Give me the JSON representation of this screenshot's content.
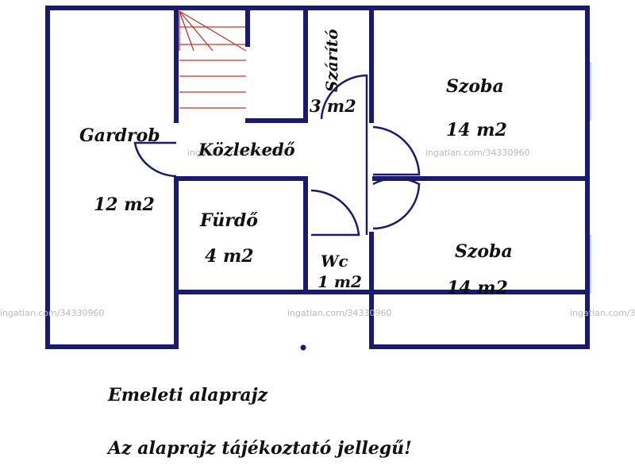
{
  "colors": {
    "wall": "#1a1a6e",
    "stair": "#c0392b",
    "window": "#b8d4ec",
    "text": "#111111"
  },
  "rooms": {
    "gardrob": {
      "name": "Gardrob",
      "area": "12 m2"
    },
    "kozlekedo": {
      "name": "Közlekedő"
    },
    "szarito": {
      "name": "Szárító",
      "area": "3 m2"
    },
    "szoba_top": {
      "name": "Szoba",
      "area": "14 m2"
    },
    "furdo": {
      "name": "Fürdő",
      "area": "4 m2"
    },
    "wc": {
      "name": "Wc",
      "area": "1 m2"
    },
    "szoba_bottom": {
      "name": "Szoba",
      "area": "14 m2"
    }
  },
  "captions": {
    "title": "Emeleti alaprajz",
    "note": "Az alaprajz tájékoztató jellegű!"
  },
  "watermark": "ingatlan.com/34330960"
}
